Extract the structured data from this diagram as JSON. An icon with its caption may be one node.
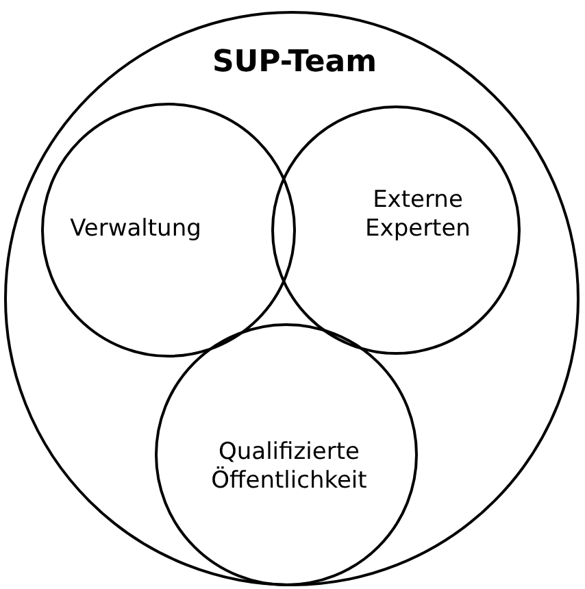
{
  "diagram": {
    "nodes": [
      {
        "text": [
          "SUP-Team"
        ]
      },
      {
        "text": [
          "Verwaltung"
        ],
        "in": 0
      },
      {
        "text": [
          "Externe Experten"
        ],
        "in": 0
      },
      {
        "text": [
          "Qualifizierte Öffentlichkeit"
        ],
        "in": 0
      }
    ]
  }
}
